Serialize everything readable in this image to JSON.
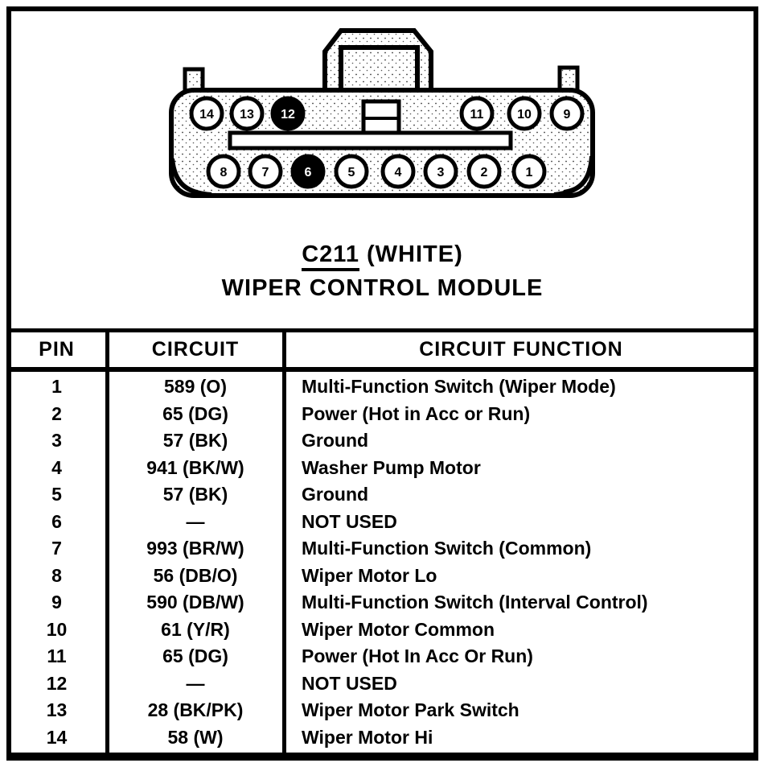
{
  "page": {
    "connector_id": "C211",
    "connector_color_note": " (WHITE)",
    "module_title": "WIPER CONTROL MODULE"
  },
  "connector_diagram": {
    "top_row_pins": [
      {
        "label": "14",
        "filled": false
      },
      {
        "label": "13",
        "filled": false
      },
      {
        "label": "12",
        "filled": true
      },
      {
        "label": "11",
        "filled": false
      },
      {
        "label": "10",
        "filled": false
      },
      {
        "label": "9",
        "filled": false
      }
    ],
    "bottom_row_pins": [
      {
        "label": "8",
        "filled": false
      },
      {
        "label": "7",
        "filled": false
      },
      {
        "label": "6",
        "filled": true
      },
      {
        "label": "5",
        "filled": false
      },
      {
        "label": "4",
        "filled": false
      },
      {
        "label": "3",
        "filled": false
      },
      {
        "label": "2",
        "filled": false
      },
      {
        "label": "1",
        "filled": false
      }
    ]
  },
  "pin_table": {
    "headers": {
      "pin": "PIN",
      "circuit": "CIRCUIT",
      "function": "CIRCUIT FUNCTION"
    },
    "rows": [
      {
        "pin": "1",
        "circuit": "589 (O)",
        "function": "Multi-Function Switch (Wiper Mode)"
      },
      {
        "pin": "2",
        "circuit": "65 (DG)",
        "function": "Power (Hot in Acc or Run)"
      },
      {
        "pin": "3",
        "circuit": "57 (BK)",
        "function": "Ground"
      },
      {
        "pin": "4",
        "circuit": "941 (BK/W)",
        "function": "Washer Pump Motor"
      },
      {
        "pin": "5",
        "circuit": "57 (BK)",
        "function": "Ground"
      },
      {
        "pin": "6",
        "circuit": "—",
        "function": "NOT USED"
      },
      {
        "pin": "7",
        "circuit": "993 (BR/W)",
        "function": "Multi-Function Switch (Common)"
      },
      {
        "pin": "8",
        "circuit": "56 (DB/O)",
        "function": "Wiper Motor Lo"
      },
      {
        "pin": "9",
        "circuit": "590 (DB/W)",
        "function": "Multi-Function Switch (Interval Control)"
      },
      {
        "pin": "10",
        "circuit": "61 (Y/R)",
        "function": "Wiper Motor Common"
      },
      {
        "pin": "11",
        "circuit": "65 (DG)",
        "function": "Power (Hot In Acc Or Run)"
      },
      {
        "pin": "12",
        "circuit": "—",
        "function": "NOT USED"
      },
      {
        "pin": "13",
        "circuit": "28 (BK/PK)",
        "function": "Wiper Motor Park Switch"
      },
      {
        "pin": "14",
        "circuit": "58 (W)",
        "function": "Wiper Motor Hi"
      }
    ]
  },
  "colors": {
    "ink": "#000000",
    "paper": "#ffffff"
  }
}
